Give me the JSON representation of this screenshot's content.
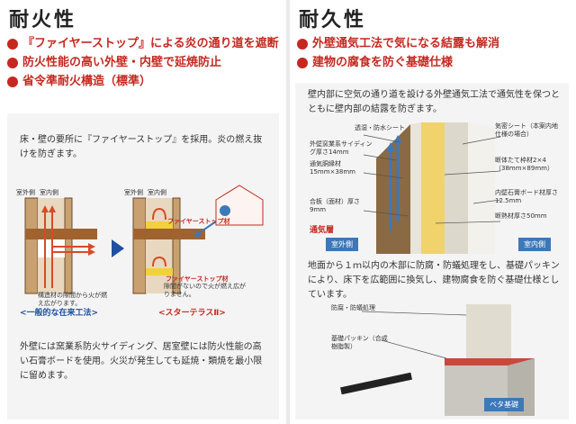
{
  "left": {
    "heading": "耐火性",
    "bullets": [
      "『ファイヤーストップ』による炎の通り道を遮断",
      "防火性能の高い外壁・内壁で延焼防止",
      "省令準耐火構造（標準）"
    ],
    "intro": "床・壁の要所に『ファイヤーストップ』を採用。炎の燃え抜けを防ぎます。",
    "diagram": {
      "outer_label": "室外側",
      "inner_label": "室内側",
      "outer_label_2": "室外側",
      "inner_label_2": "室内側",
      "fire_stop_label_top": "ファイヤーストップ材",
      "fire_stop_label_bottom": "ファイヤーストップ材",
      "note_left": "構造材の隙間から火が燃え広がります。",
      "note_right": "隙間がないので火が燃え広がりません。",
      "caption_left": "<一般的な在来工法>",
      "caption_right": "<スターテラスⅡ>"
    },
    "footer": "外壁には窯業系防火サイディング、居室壁には防火性能の高い石膏ボードを使用。火災が発生しても延焼・類焼を最小限に留めます。"
  },
  "right": {
    "heading": "耐久性",
    "bullets": [
      "外壁通気工法で気になる結露も解消",
      "建物の腐食を防ぐ基礎仕様"
    ],
    "intro": "壁内部に空気の通り道を設ける外壁通気工法で通気性を保つとともに壁内部の結露を防ぎます。",
    "wall": {
      "labels": [
        "透湿・防水シート",
        "外壁窯業系サイディング厚さ14mm",
        "通気胴縁材15mm×38mm",
        "合板（面材）厚さ9mm",
        "通気層",
        "気密シート（本案内地仕様の場合）",
        "断体たて枠材2×4（38mm×89mm）",
        "内壁石膏ボード材厚さ12.5mm",
        "断熱材厚さ50mm"
      ],
      "tag_outer": "室外側",
      "tag_inner": "室内側"
    },
    "mid_text": "地面から１ｍ以内の木部に防腐・防蟻処理をし、基礎パッキンにより、床下を広範囲に換気し、建物腐食を防ぐ基礎仕様としています。",
    "foundation": {
      "label_treat": "防腐・防蟻処理",
      "label_packing": "基礎パッキン（合成樹脂製）",
      "tag": "ベタ基礎"
    }
  },
  "colors": {
    "accent_red": "#c6281f",
    "caption_blue": "#1f4fa0",
    "tag_blue": "#3d78b8"
  }
}
